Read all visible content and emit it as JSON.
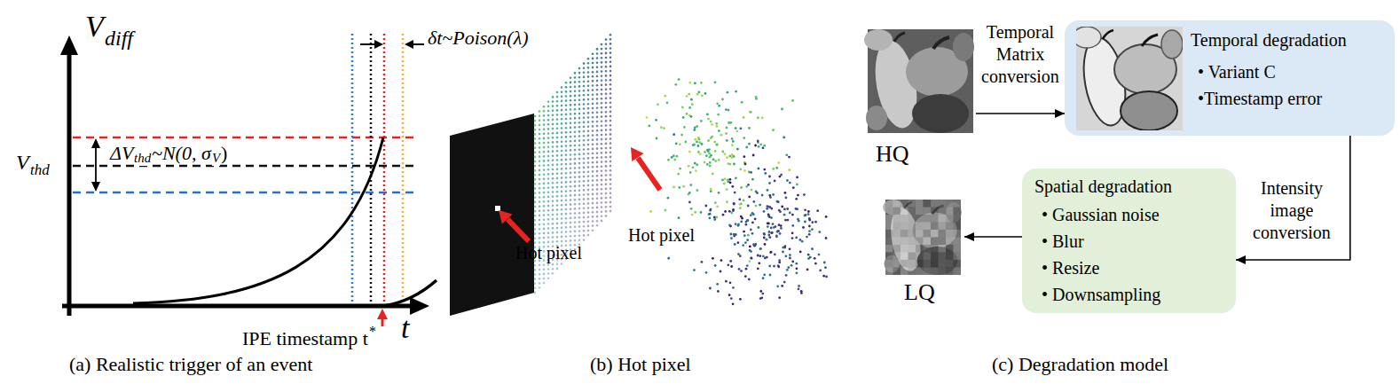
{
  "diagram": {
    "nodes": [
      {
        "text": [
          "HQ"
        ]
      },
      {
        "text": [
          "Temporal degradation",
          "• Variant C",
          "•Timestamp error"
        ]
      },
      {
        "text": [
          "Spatial degradation",
          "• Gaussian noise",
          "• Blur",
          "• Resize",
          "• Downsampling"
        ]
      },
      {
        "text": [
          "LQ"
        ]
      }
    ],
    "edges": [
      {
        "from": 0,
        "to": 1,
        "arrow": "to",
        "label": "Temporal Matrix conversion"
      },
      {
        "from": 1,
        "to": 2,
        "arrow": "to",
        "label": "Intensity image conversion"
      },
      {
        "from": 2,
        "to": 3,
        "arrow": "to"
      }
    ],
    "labels": [
      "V",
      "diff",
      "V",
      "thd",
      "ΔV",
      "thd",
      "~N(0, σ",
      "V",
      ")",
      "δt~Poison(λ)",
      "t",
      "IPE timestamp t",
      "*",
      "(a) Realistic trigger of an event",
      "Hot pixel",
      "Hot pixel",
      "(b) Hot pixel",
      "(c) Degradation model"
    ]
  }
}
